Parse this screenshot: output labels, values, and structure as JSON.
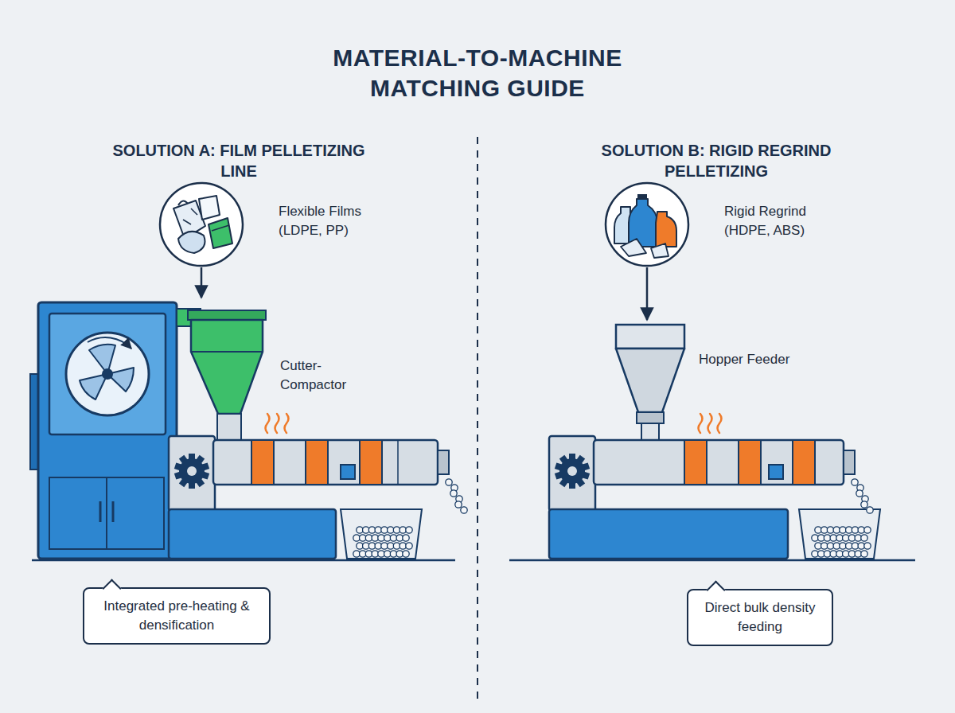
{
  "diagram": {
    "title": "MATERIAL-TO-MACHINE MATCHING GUIDE",
    "nodes": [
      {
        "text": [
          "Integrated pre-heating & densification"
        ]
      },
      {
        "text": [
          "Direct bulk density feeding"
        ]
      }
    ],
    "labels": [
      "SOLUTION A: FILM PELLETIZING LINE",
      "Flexible Films (LDPE, PP)",
      "Cutter-Compactor",
      "SOLUTION B: RIGID REGRIND PELLETIZING",
      "Rigid Regrind (HDPE, ABS)",
      "Hopper Feeder"
    ]
  }
}
